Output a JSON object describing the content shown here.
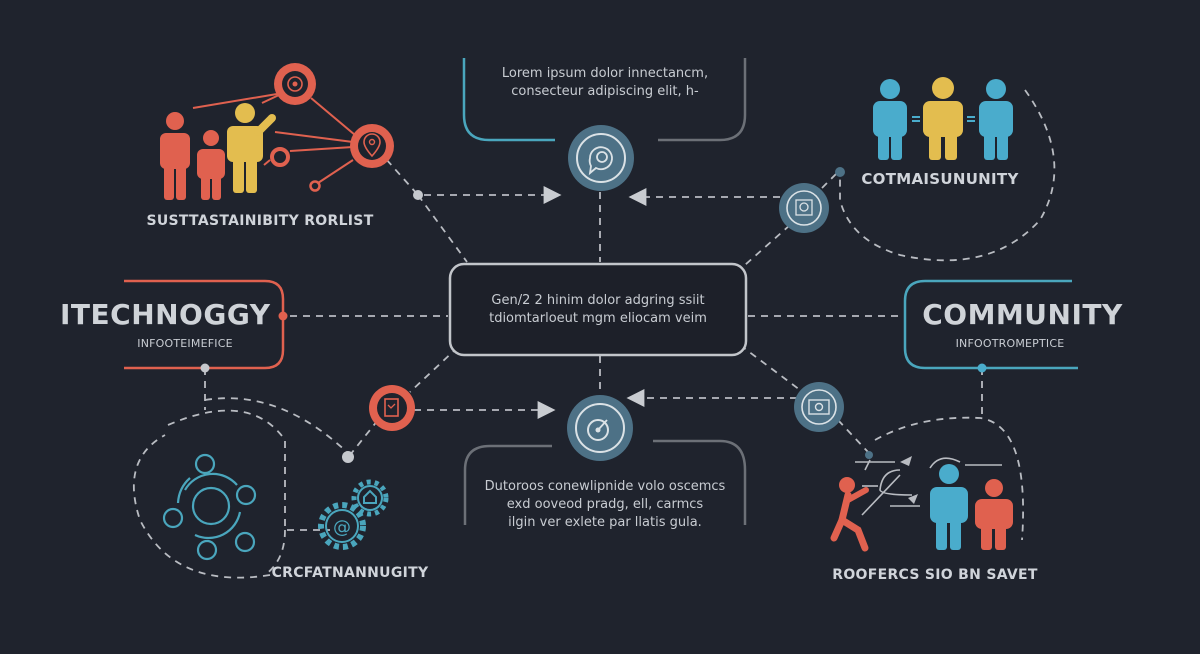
{
  "colors": {
    "background": "#1f232d",
    "coral": "#e0614f",
    "yellow": "#e3bd4f",
    "sky": "#4aaccc",
    "steel": "#4d7186",
    "line_light": "#c9ccd1",
    "teal_frame": "#4aa6bd"
  },
  "top_box": {
    "line1": "Lorem ipsum dolor innectancm,",
    "line2": "consecteur adipiscing elit, h-",
    "icon": "chat-bubble-icon"
  },
  "center_box": {
    "line1": "Gen/2 2 hinim dolor adgring ssiit",
    "line2": "tdiomtarloeut mgm eliocam veim"
  },
  "bottom_box": {
    "line1": "Dutoroos conewlipnide volo oscemcs",
    "line2": "exd  ooveod  pradg,  ell,  carmcs",
    "line3": "ilgin  ver exlete par llatis gula.",
    "icon": "target-gauge-icon"
  },
  "top_left": {
    "label": "SUSTTASTAINIBITY RORLIST",
    "icons": [
      "people-group-icon",
      "target-icon",
      "location-pin-icon",
      "ring-node-icon"
    ]
  },
  "top_right": {
    "label": "COTMAISUNUNITY",
    "icons": [
      "three-people-icon",
      "settings-badge-icon"
    ]
  },
  "left_frame": {
    "title": "ITECHNOGGY",
    "subtitle": "INFOOTEIMEFICE"
  },
  "right_frame": {
    "title": "COMMUNITY",
    "subtitle": "INFOOTROMEPTICE"
  },
  "bottom_left": {
    "label": "CRCFATNANNUGITY",
    "icons": [
      "network-ring-icon",
      "gear-at-icon",
      "gear-home-icon",
      "document-icon"
    ]
  },
  "bottom_right": {
    "label": "ROOFERCS SIO BN SAVET",
    "icons": [
      "photo-icon",
      "people-exchange-icon"
    ]
  }
}
